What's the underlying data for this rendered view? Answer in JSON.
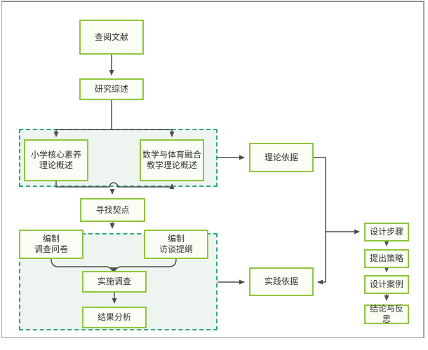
{
  "colors": {
    "node_border": "#8fc63d",
    "node_fill": "#fafdf3",
    "group_border": "#2fa77c",
    "group_fill": "#eef4f0",
    "connector": "#4d4d4d",
    "text": "#333333",
    "frame_border": "#a6a6a6"
  },
  "nodes": {
    "review_literature": {
      "label": "查阅文献"
    },
    "research_review": {
      "label": "研究综述"
    },
    "core_literacy_theory": {
      "label": "小学核心素养\n理论概述"
    },
    "math_pe_integration_theory": {
      "label": "数学与体育融合\n教学理论概述"
    },
    "find_fit_point": {
      "label": "寻找契点"
    },
    "compile_questionnaire": {
      "label": "编制\n调查问卷"
    },
    "compile_interview_outline": {
      "label": "编制\n访谈提纲"
    },
    "conduct_survey": {
      "label": "实施调查"
    },
    "result_analysis": {
      "label": "结果分析"
    },
    "theoretical_basis": {
      "label": "理论依据"
    },
    "practical_basis": {
      "label": "实践依据"
    },
    "design_steps": {
      "label": "设计步骤"
    },
    "propose_strategies": {
      "label": "提出策略"
    },
    "design_cases": {
      "label": "设计案例"
    },
    "conclusion_reflection": {
      "label": "结论与反思"
    }
  }
}
